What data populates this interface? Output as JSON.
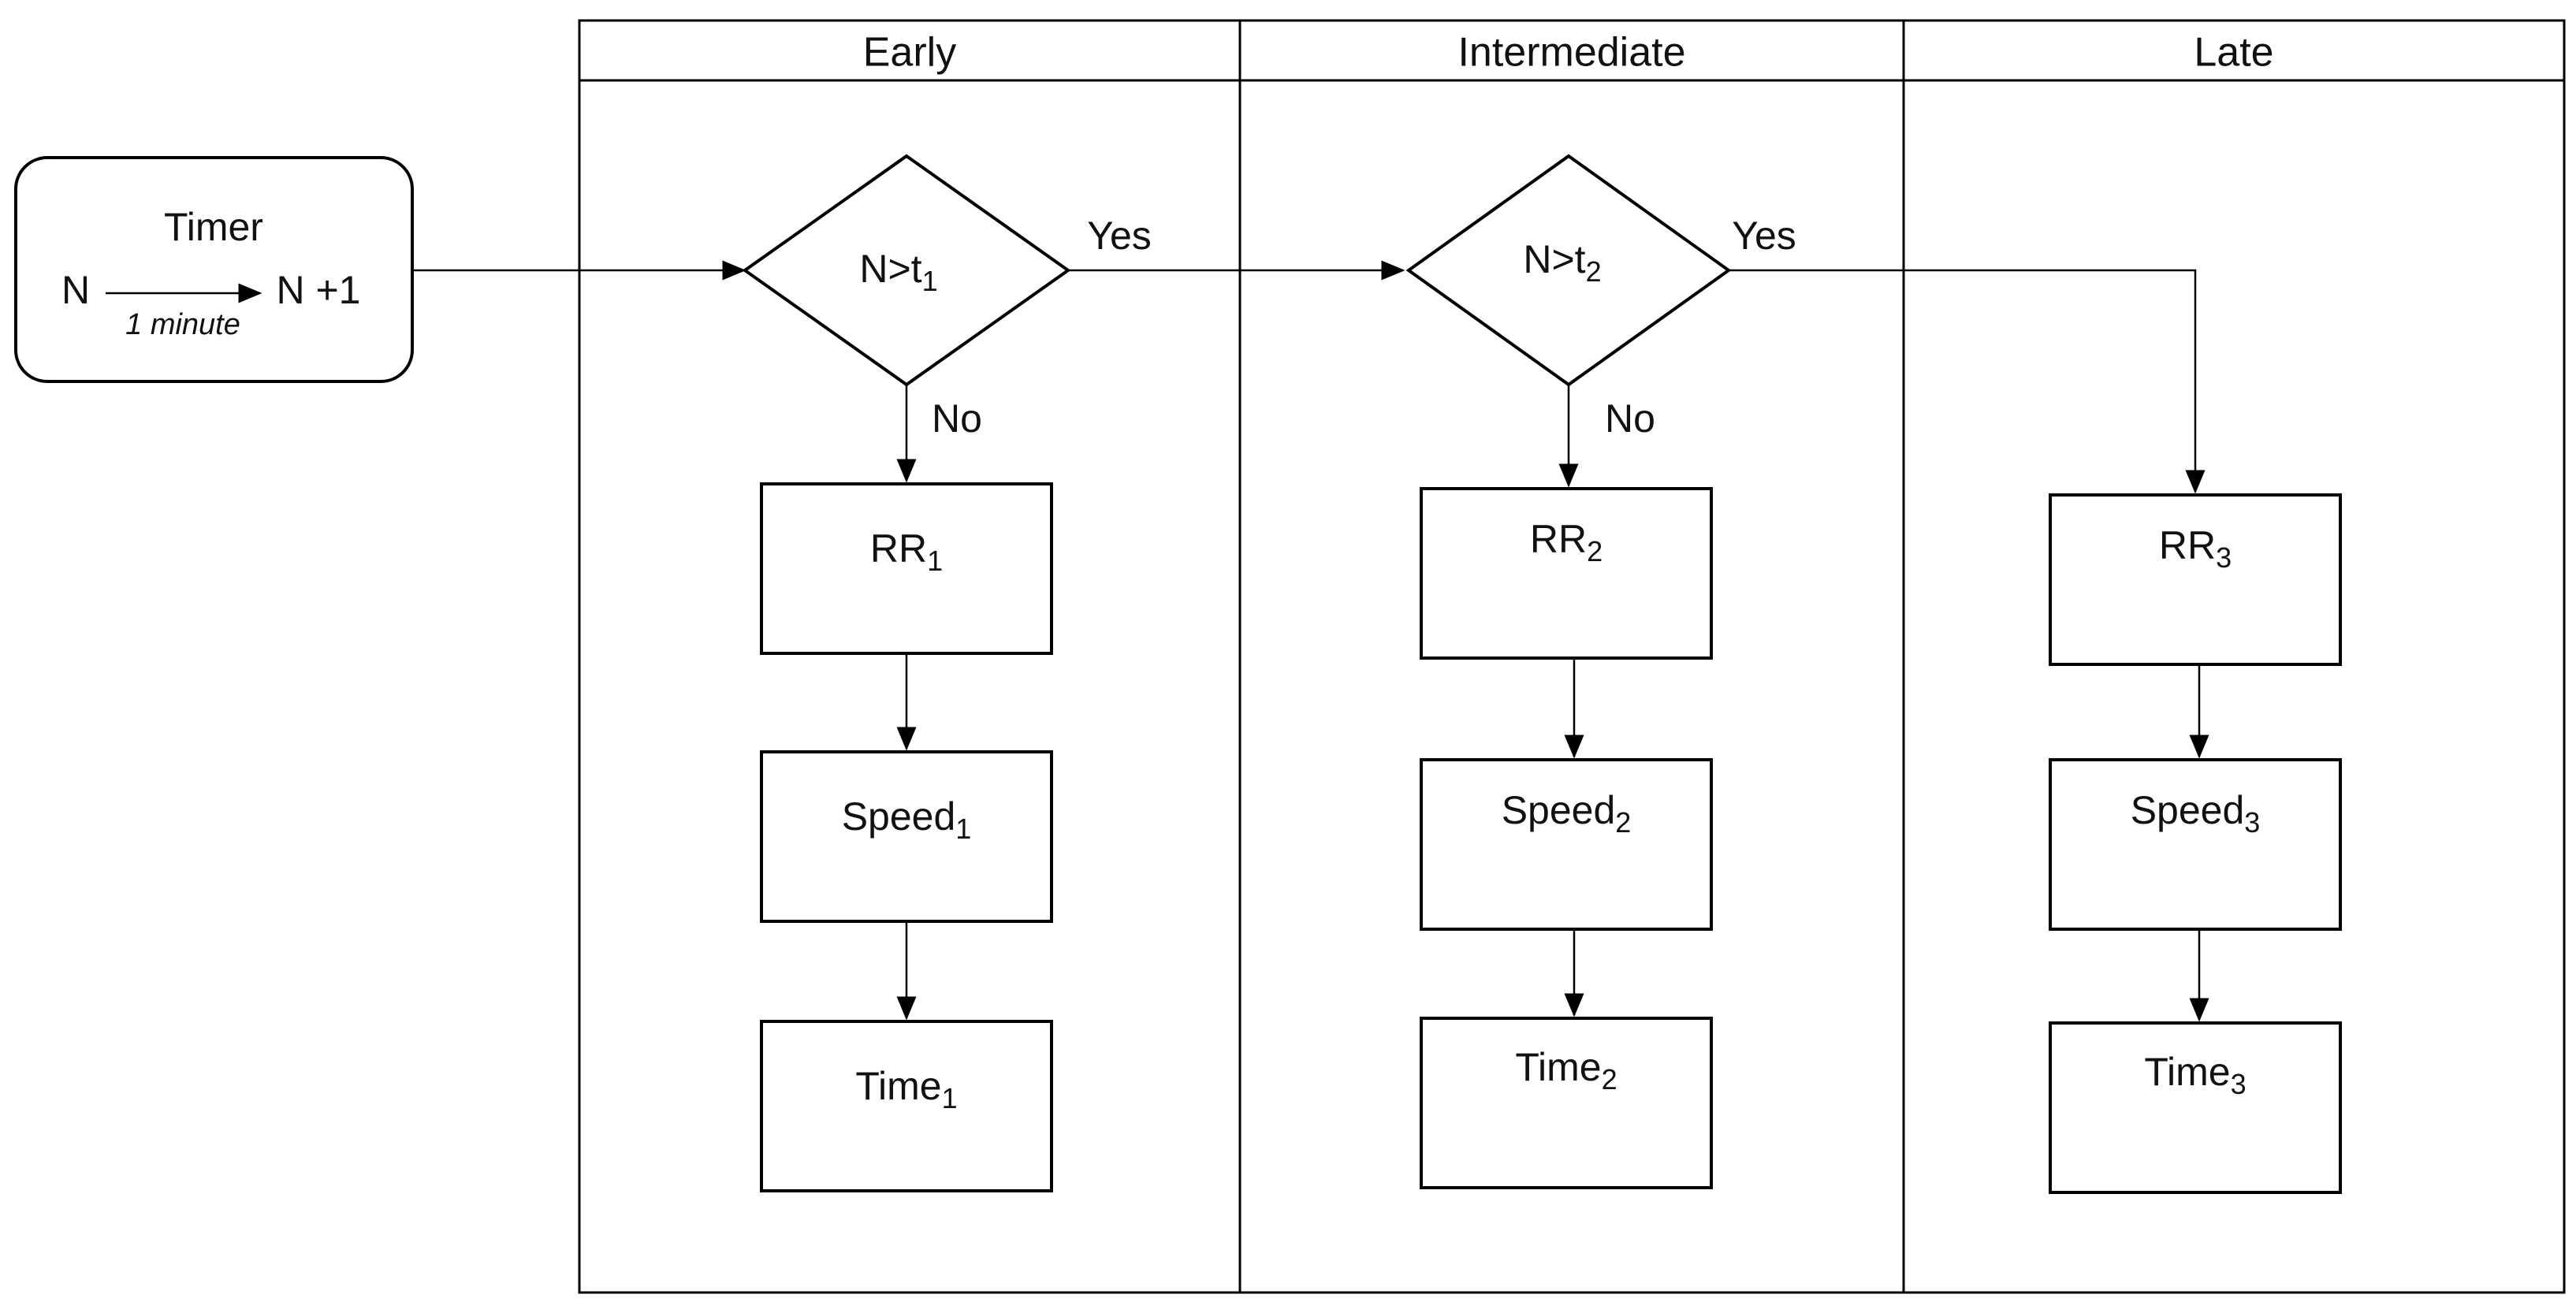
{
  "lanes": [
    {
      "title": "Early"
    },
    {
      "title": "Intermediate"
    },
    {
      "title": "Late"
    }
  ],
  "timer": {
    "title": "Timer",
    "from": "N",
    "to": "N +1",
    "interval": "1 minute"
  },
  "decisions": [
    {
      "label": "N>t",
      "sub": "1",
      "yes": "Yes",
      "no": "No"
    },
    {
      "label": "N>t",
      "sub": "2",
      "yes": "Yes",
      "no": "No"
    }
  ],
  "steps": [
    [
      {
        "label": "RR",
        "sub": "1"
      },
      {
        "label": "Speed",
        "sub": "1"
      },
      {
        "label": "Time",
        "sub": "1"
      }
    ],
    [
      {
        "label": "RR",
        "sub": "2"
      },
      {
        "label": "Speed",
        "sub": "2"
      },
      {
        "label": "Time",
        "sub": "2"
      }
    ],
    [
      {
        "label": "RR",
        "sub": "3"
      },
      {
        "label": "Speed",
        "sub": "3"
      },
      {
        "label": "Time",
        "sub": "3"
      }
    ]
  ]
}
